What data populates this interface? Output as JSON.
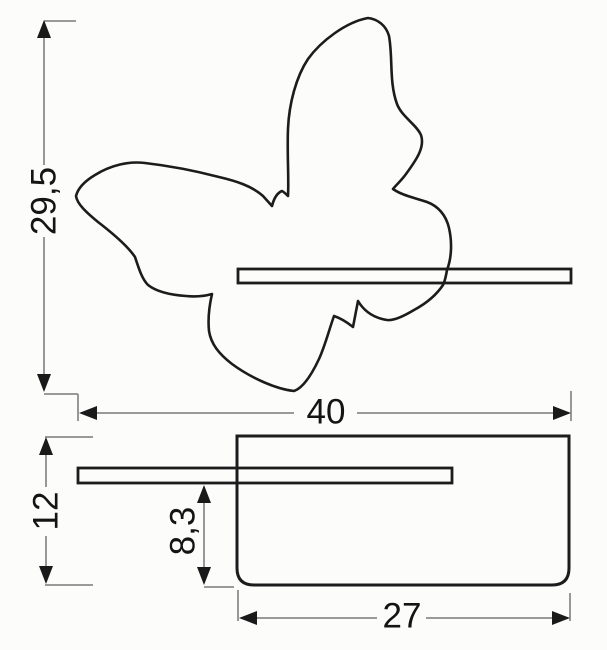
{
  "drawing": {
    "type": "technical-dimension-drawing",
    "subject": "butterfly wall lamp with shelf",
    "views": {
      "front": {
        "height_label": "29,5",
        "width_label": "40"
      },
      "side": {
        "height_label": "12",
        "shelf_offset_label": "8,3",
        "depth_label": "27"
      }
    },
    "colors": {
      "background": "#fcfcfb",
      "outline": "#1c1c1c",
      "dimension_line": "#8c8c8c",
      "label_text": "#141414"
    }
  }
}
